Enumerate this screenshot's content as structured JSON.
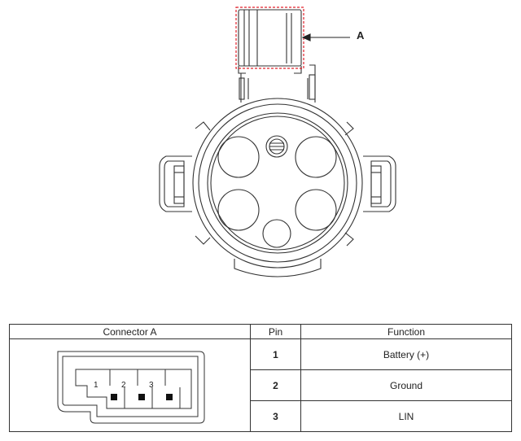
{
  "callout": {
    "label": "A"
  },
  "table": {
    "headers": {
      "connector": "Connector A",
      "pin": "Pin",
      "function": "Function"
    },
    "rows": [
      {
        "pin": "1",
        "function": "Battery (+)"
      },
      {
        "pin": "2",
        "function": "Ground"
      },
      {
        "pin": "3",
        "function": "LIN"
      }
    ]
  },
  "connector": {
    "pin_labels": [
      "1",
      "2",
      "3"
    ]
  },
  "colors": {
    "stroke": "#333333",
    "highlight": "#e0202a"
  }
}
